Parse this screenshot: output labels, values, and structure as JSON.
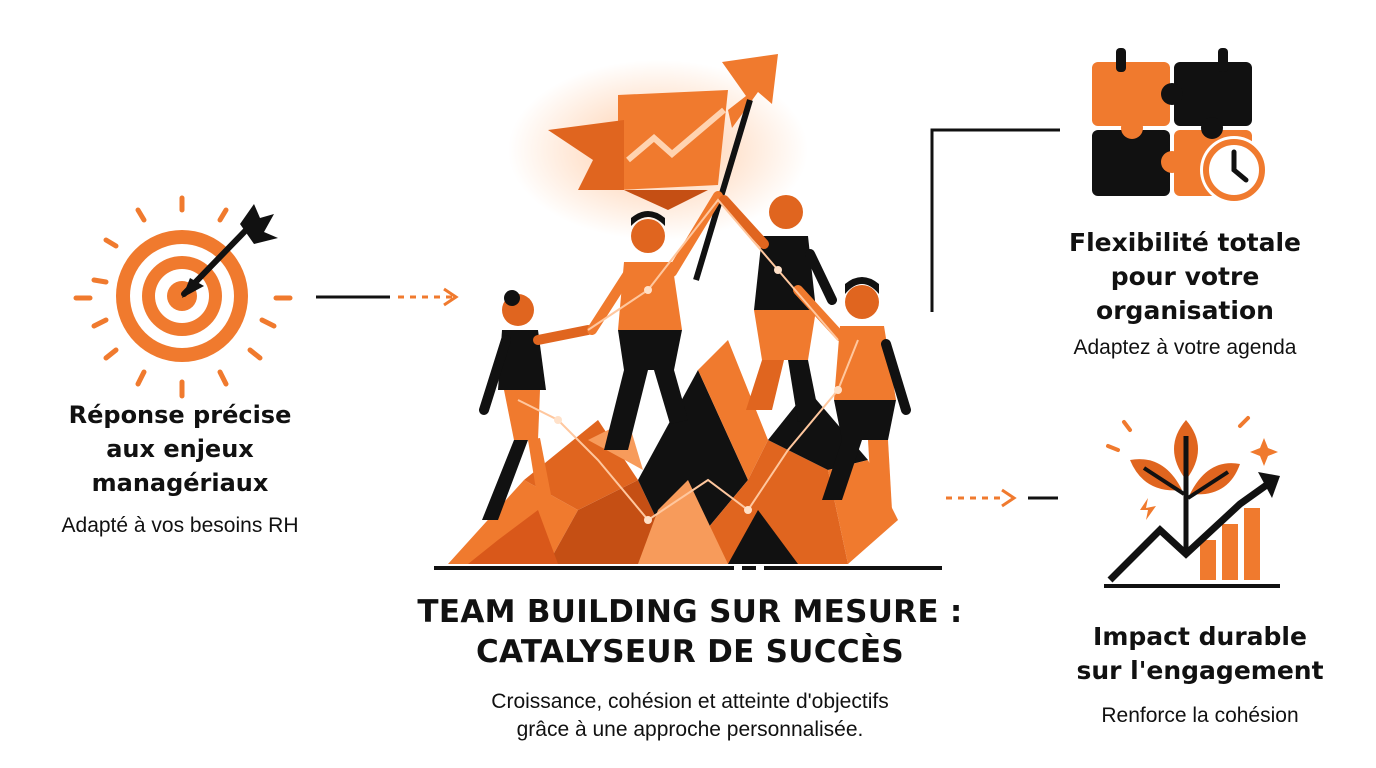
{
  "colors": {
    "accent": "#F07A2E",
    "accent_dark": "#D9581A",
    "ink": "#111111",
    "background": "#FFFFFF"
  },
  "center": {
    "title_line1": "TEAM BUILDING SUR MESURE :",
    "title_line2": "CATALYSEUR DE SUCCÈS",
    "subtitle_line1": "Croissance, cohésion et atteinte d'objectifs",
    "subtitle_line2": "grâce à une approche personnalisée.",
    "icon": "team-climbing-flag-illustration"
  },
  "left_card": {
    "title_line1": "Réponse précise",
    "title_line2": "aux enjeux",
    "title_line3": "managériaux",
    "subtitle": "Adapté à vos besoins RH",
    "icon": "target-arrow-icon"
  },
  "top_right_card": {
    "title_line1": "Flexibilité totale",
    "title_line2": "pour votre",
    "title_line3": "organisation",
    "subtitle": "Adaptez à votre agenda",
    "icon": "puzzle-calendar-clock-icon"
  },
  "bottom_right_card": {
    "title_line1": "Impact durable",
    "title_line2": "sur l'engagement",
    "subtitle": "Renforce la cohésion",
    "icon": "plant-growth-chart-icon"
  }
}
